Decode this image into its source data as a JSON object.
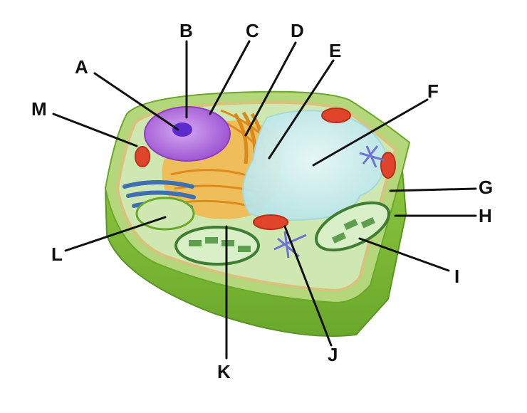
{
  "labels": {
    "A": "A",
    "B": "B",
    "C": "C",
    "D": "D",
    "E": "E",
    "F": "F",
    "G": "G",
    "H": "H",
    "I": "I",
    "J": "J",
    "K": "K",
    "L": "L",
    "M": "M"
  },
  "colors": {
    "cell_wall_side": "#7dbb34",
    "cell_wall_top": "#b9d97c",
    "cytoplasm": "#cfe8b2",
    "nucleus": "#b06ad8",
    "nucleolus": "#6a2fd0",
    "golgi_er": "#f2a83a",
    "vacuole": "#cfeff2",
    "chloroplast": "#5f9e4e",
    "mitochondria": "#e0442b",
    "smooth_er": "#4a7fbf",
    "cytoskeleton": "#6b73d8"
  }
}
